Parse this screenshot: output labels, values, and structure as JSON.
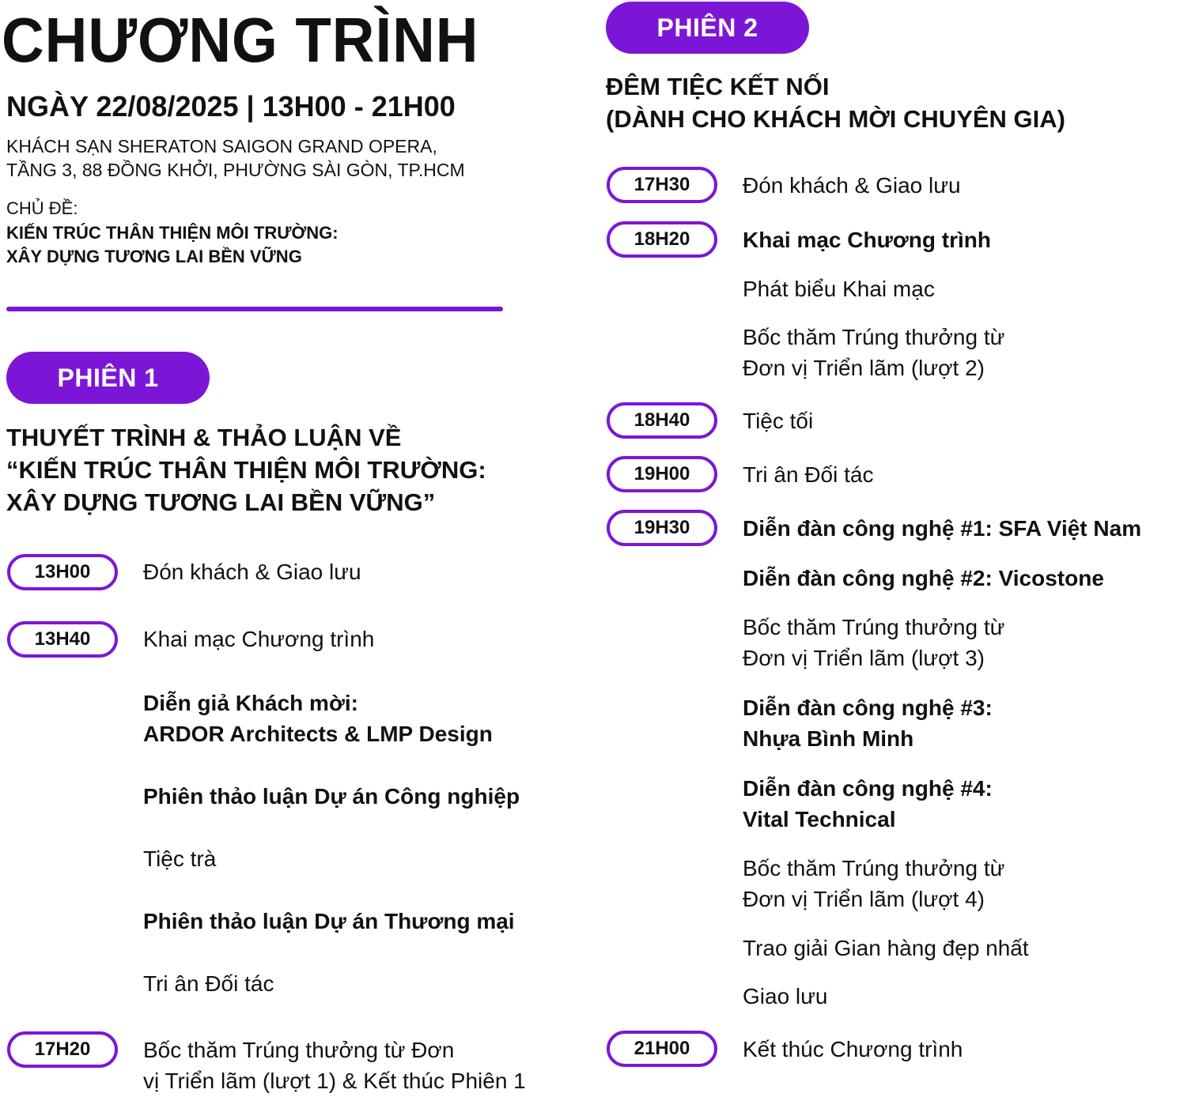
{
  "header": {
    "title": "CHƯƠNG TRÌNH",
    "dateline": "NGÀY 22/08/2025 | 13H00 - 21H00",
    "venue_line1": "KHÁCH SẠN SHERATON SAIGON GRAND OPERA,",
    "venue_line2": "TẦNG 3, 88 ĐỒNG KHỞI, PHƯỜNG SÀI GÒN, TP.HCM",
    "theme_label": "CHỦ ĐỀ:",
    "theme_line1": "KIẾN TRÚC THÂN THIỆN MÔI TRƯỜNG:",
    "theme_line2": "XÂY DỰNG TƯƠNG LAI BỀN VỮNG"
  },
  "colors": {
    "accent": "#7c16d6",
    "text": "#111111",
    "background": "#ffffff"
  },
  "session1": {
    "label": "PHIÊN 1",
    "title_line1": "THUYẾT TRÌNH & THẢO LUẬN VỀ",
    "title_line2": "“KIẾN TRÚC THÂN THIỆN MÔI TRƯỜNG:",
    "title_line3": "XÂY DỰNG TƯƠNG LAI BỀN VỮNG”",
    "times": [
      "13H00",
      "13H40",
      "17H20"
    ],
    "items": [
      "Đón khách & Giao lưu",
      "Khai mạc Chương trình",
      "Diễn giả Khách mời:",
      "ARDOR Architects & LMP Design",
      "Phiên thảo luận Dự án Công nghiệp",
      "Tiệc trà",
      "Phiên thảo luận Dự án Thương mại",
      "Tri ân Đối tác",
      "Bốc thăm Trúng thưởng từ Đơn",
      "vị Triển lãm (lượt 1) & Kết thúc Phiên 1"
    ]
  },
  "session2": {
    "label": "PHIÊN 2",
    "title_line1": "ĐÊM TIỆC KẾT NỐI",
    "title_line2": "(DÀNH CHO KHÁCH MỜI CHUYÊN GIA)",
    "times": [
      "17H30",
      "18H20",
      "18H40",
      "19H00",
      "19H30",
      "21H00"
    ],
    "items": [
      "Đón khách & Giao lưu",
      "Khai mạc Chương trình",
      "Phát biểu Khai mạc",
      "Bốc thăm Trúng thưởng từ",
      "Đơn vị Triển lãm (lượt 2)",
      "Tiệc tối",
      "Tri ân Đối tác",
      "Diễn đàn công nghệ #1: SFA Việt Nam",
      "Diễn đàn công nghệ #2: Vicostone",
      "Bốc thăm Trúng thưởng từ",
      "Đơn vị Triển lãm (lượt 3)",
      "Diễn đàn công nghệ #3:",
      "Nhựa Bình Minh",
      "Diễn đàn công nghệ #4:",
      "Vital Technical",
      "Bốc thăm Trúng thưởng từ",
      "Đơn vị Triển lãm (lượt 4)",
      "Trao giải Gian hàng đẹp nhất",
      "Giao lưu",
      "Kết thúc Chương trình"
    ]
  }
}
